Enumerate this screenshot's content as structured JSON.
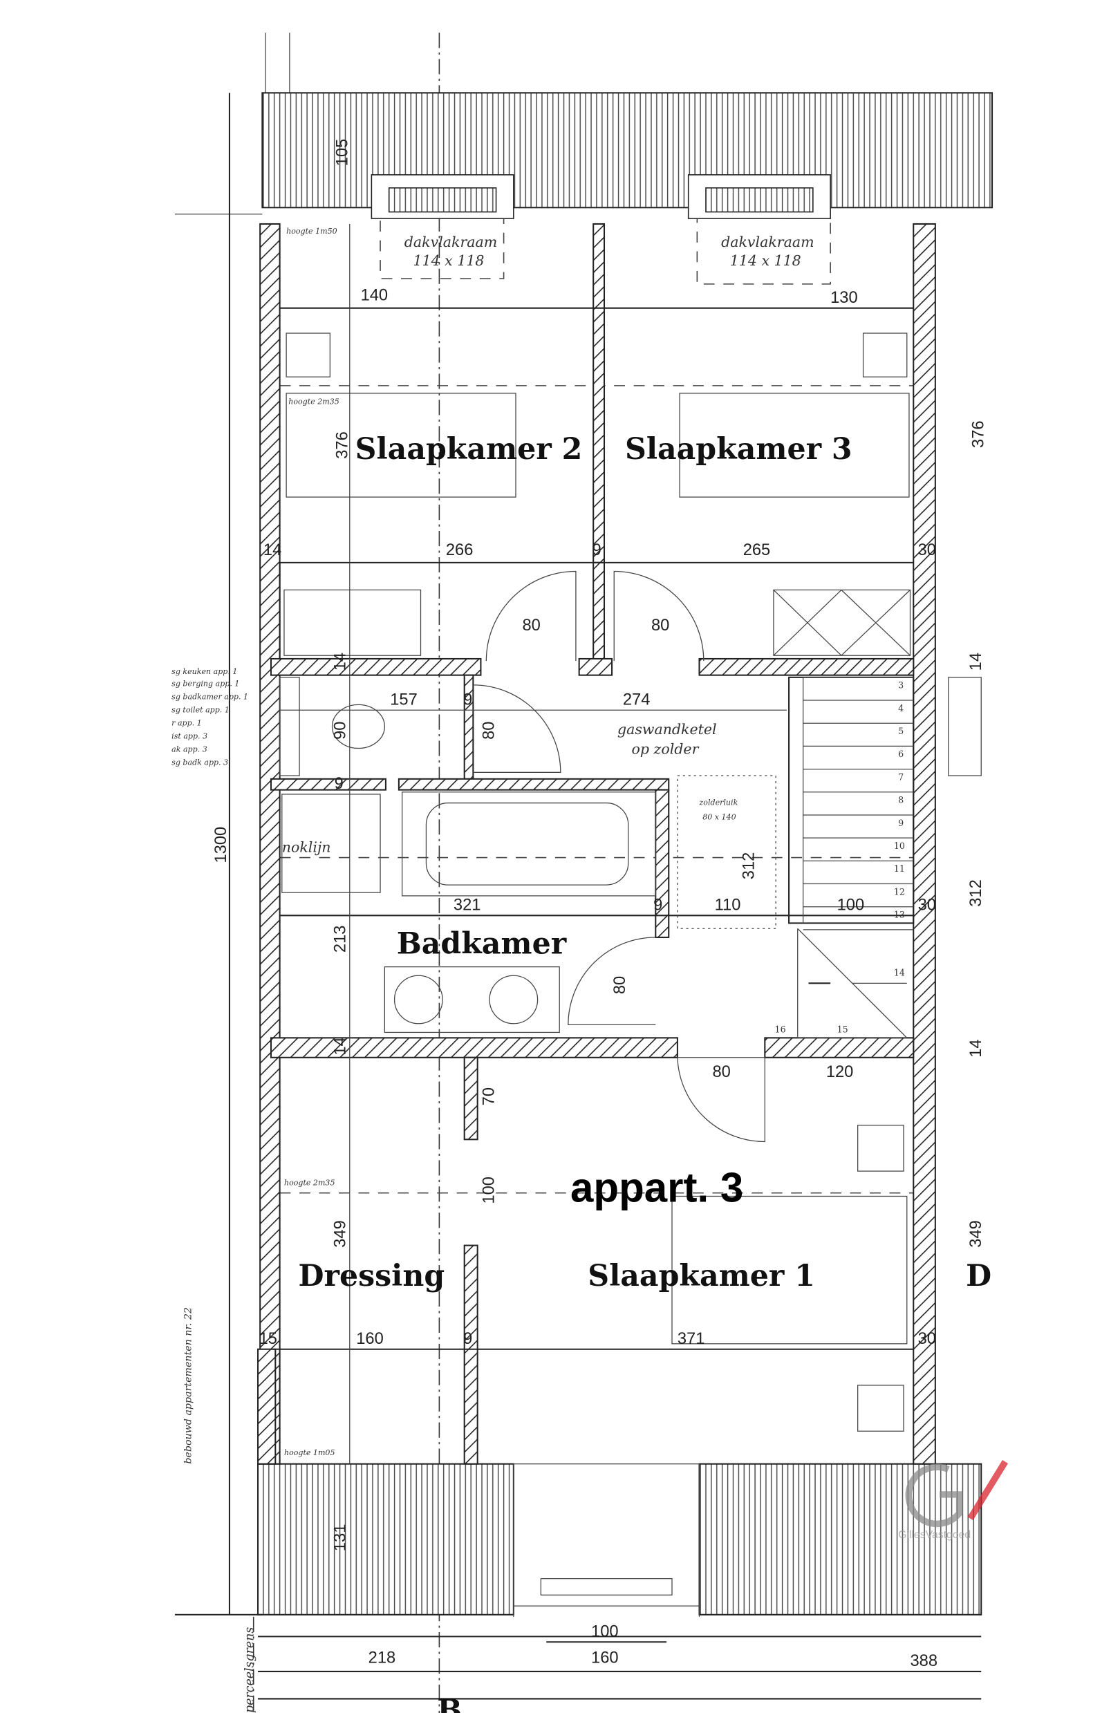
{
  "plan": {
    "rooms": {
      "slaapkamer_2": "Slaapkamer 2",
      "slaapkamer_3": "Slaapkamer 3",
      "badkamer": "Badkamer",
      "dressing": "Dressing",
      "slaapkamer_1": "Slaapkamer 1",
      "cut_room": "D"
    },
    "unit_title": "appart. 3",
    "annotations": {
      "dakvlakraam_1": "dakvlakraam",
      "dakvlakraam_1_size": "114 x 118",
      "dakvlakraam_2": "dakvlakraam",
      "dakvlakraam_2_size": "114 x 118",
      "hoogte_1m50": "hoogte 1m50",
      "hoogte_2m35_a": "hoogte 2m35",
      "hoogte_2m35_b": "hoogte 2m35",
      "hoogte_1m05": "hoogte 1m05",
      "gaswandketel_1": "gaswandketel",
      "gaswandketel_2": "op zolder",
      "zolderluik": "zolderluik",
      "zolderluik_size": "80 x 140",
      "noklijn": "noklijn",
      "neighbour": "bebouwd appartementen nr. 22",
      "perceelsgrens": "perceelsgrens",
      "section_marker": "B"
    },
    "shaft_labels": [
      "sg keuken app. 1",
      "sg berging app. 1",
      "sg badkamer app. 1",
      "sg toilet app. 1",
      "r app. 1",
      "ist app. 3",
      "ak app. 3",
      "sg badk app. 3"
    ],
    "dimensions": {
      "d1300": "1300",
      "d105": "105",
      "d140": "140",
      "d130": "130",
      "d376a": "376",
      "d376b": "376",
      "d14a": "14",
      "d266": "266",
      "d9a": "9",
      "d265": "265",
      "d30a": "30",
      "d80a": "80",
      "d80b": "80",
      "d14b": "14",
      "d157": "157",
      "d9b": "9",
      "d274": "274",
      "d14c": "14",
      "d90": "90",
      "d80c": "80",
      "d9c": "9",
      "d312a": "312",
      "d312b": "312",
      "d321": "321",
      "d9d": "9",
      "d110": "110",
      "d100a": "100",
      "d30b": "30",
      "d213": "213",
      "d80d": "80",
      "d16": "16",
      "d15a": "15",
      "d14d": "14",
      "d14e": "14",
      "d14f": "14",
      "d80e": "80",
      "d120": "120",
      "d70": "70",
      "d100b": "100",
      "d349a": "349",
      "d349b": "349",
      "d15b": "15",
      "d160a": "160",
      "d9e": "9",
      "d371": "371",
      "d30c": "30",
      "d131": "131",
      "d100c": "100",
      "d218": "218",
      "d160b": "160",
      "d388": "388"
    },
    "stair_steps": [
      "3",
      "4",
      "5",
      "6",
      "7",
      "8",
      "9",
      "10",
      "11",
      "12",
      "13"
    ],
    "watermark": "GillesVastgoed",
    "colors": {
      "line": "#222222",
      "watermark_red": "#d9232e",
      "watermark_grey": "#8a8a8a"
    }
  }
}
